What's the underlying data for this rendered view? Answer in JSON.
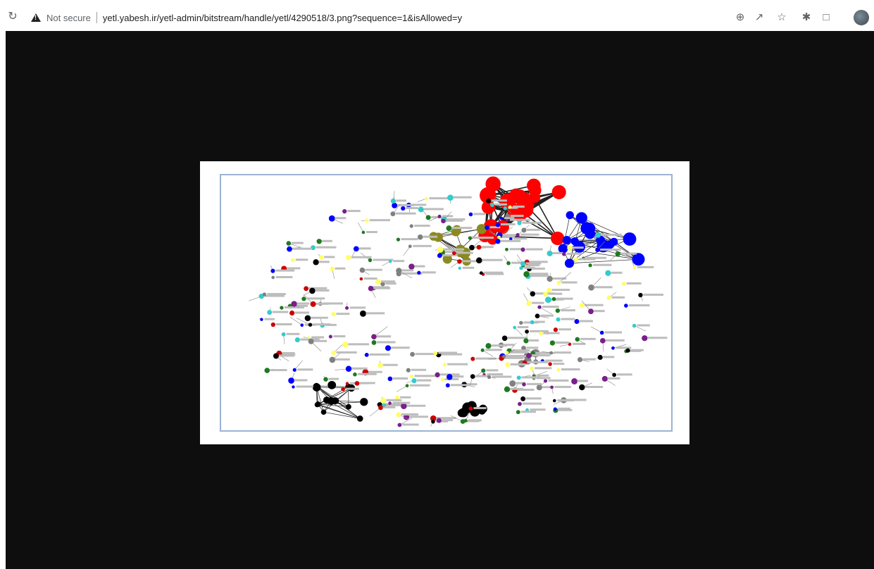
{
  "browser": {
    "security_label": "Not secure",
    "url": "yetl.yabesh.ir/yetl-admin/bitstream/handle/yetl/4290518/3.png?sequence=1&isAllowed=y",
    "icons": [
      "reload-icon",
      "not-secure-warning-icon",
      "zoom-icon",
      "share-icon",
      "bookmark-star-icon",
      "extensions-icon",
      "side-panel-icon",
      "profile-avatar"
    ]
  },
  "image": {
    "background": "#0e0e0e",
    "network_colors": [
      "#ff0000",
      "#0000ff",
      "#8b8a1f",
      "#1e7a1e",
      "#7a1f8a",
      "#000000",
      "#808080",
      "#33cccc",
      "#ffff66",
      "#cc0000"
    ]
  }
}
